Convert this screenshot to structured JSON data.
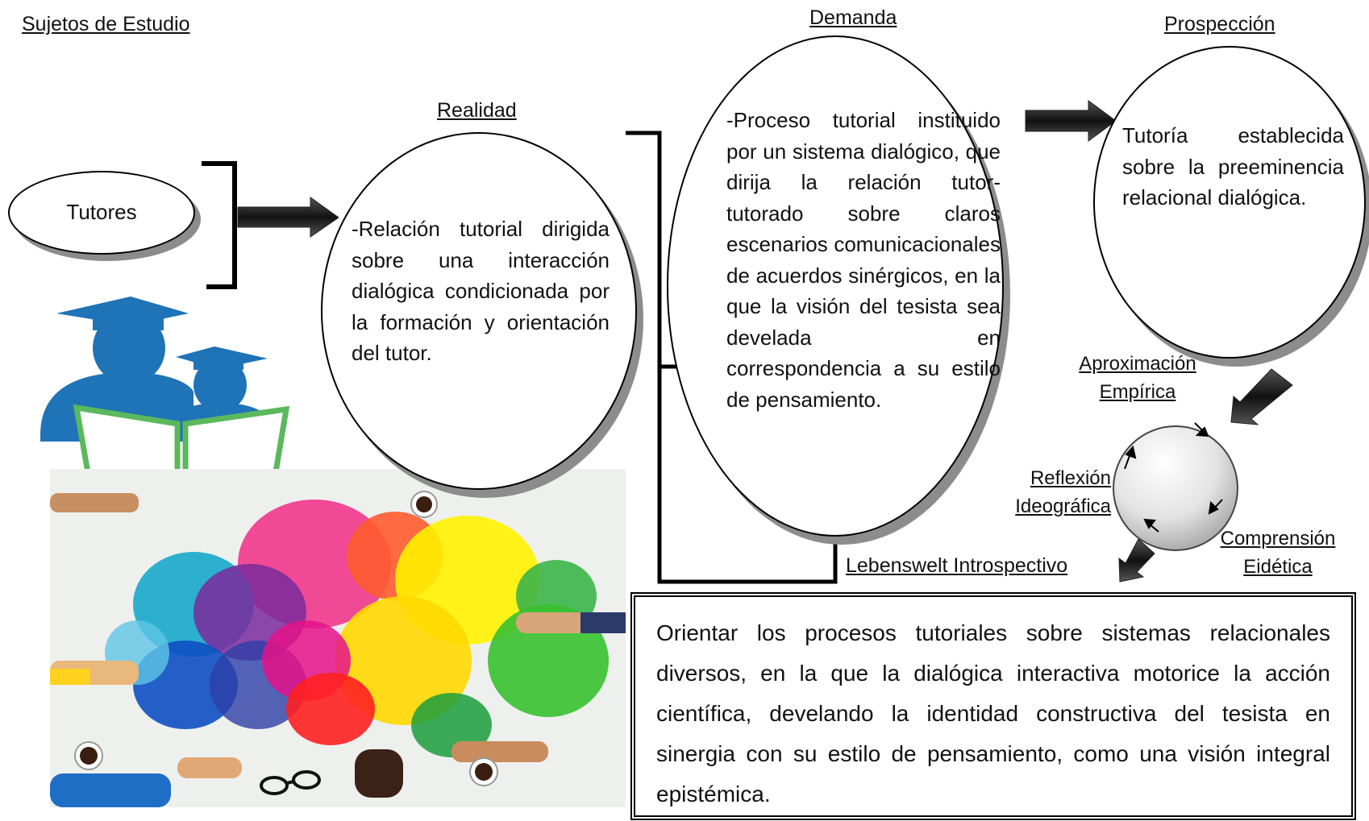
{
  "labels": {
    "subjects": "Sujetos de Estudio",
    "reality": "Realidad",
    "demand": "Demanda",
    "prospection": "Prospección"
  },
  "tutors": "Tutores",
  "reality_text": "-Relación tutorial dirigida sobre una interacción dialógica condicionada por la formación y orientación del tutor.",
  "demand_text": "-Proceso tutorial instituido por un sistema dialógico, que dirija la relación tutor-tutorado sobre claros escenarios comunicacionales de acuerdos sinérgicos, en la que la visión del tesista sea develada en correspondencia a su estilo de pensamiento.",
  "prospection_text": "Tutoría establecida sobre la preeminencia relacional dialógica.",
  "cycle": {
    "approx_line1": "Aproximación",
    "approx_line2": "Empírica",
    "reflection_line1": "Reflexión",
    "reflection_line2": "Ideográfica",
    "comprehension_line1": "Comprensión",
    "comprehension_line2": "Eidética"
  },
  "lebenswelt": "Lebenswelt Introspectivo",
  "conclusion": "Orientar los procesos tutoriales sobre sistemas relacionales diversos, en la que la dialógica interactiva motorice la acción científica, develando la identidad constructiva del tesista en sinergia con su estilo de pensamiento, como una visión integral epistémica.",
  "colors": {
    "icon_blue": "#1f73b7",
    "book_green": "#5cb85c",
    "arrow_dark": "#2b2b2b"
  }
}
